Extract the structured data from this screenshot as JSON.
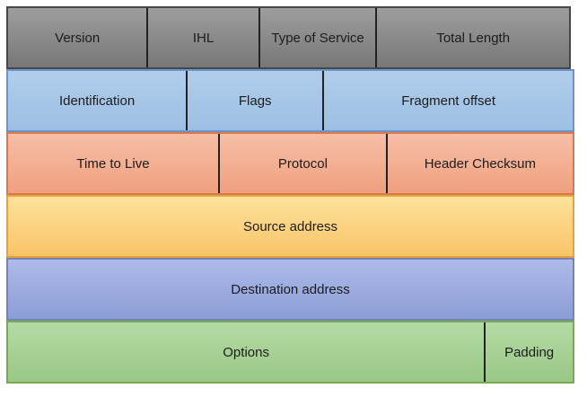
{
  "palette": {
    "row_version_fill_top": "#9e9e9e",
    "row_version_fill_bottom": "#777777",
    "row_version_border": "#474747",
    "row_identification_fill_top": "#b1cdeb",
    "row_identification_fill_bottom": "#9cc0e4",
    "row_identification_border": "#6b94cb",
    "row_ttl_fill_top": "#f7bfa7",
    "row_ttl_fill_bottom": "#efa07f",
    "row_ttl_border": "#d8784e",
    "row_source_fill_top": "#fde29c",
    "row_source_fill_bottom": "#f9c468",
    "row_source_border": "#e9a13c",
    "row_destination_fill_top": "#aebbe8",
    "row_destination_fill_bottom": "#8b9dd7",
    "row_destination_border": "#7583b5",
    "row_options_fill_top": "#b5daa5",
    "row_options_fill_bottom": "#98c886",
    "row_options_border": "#79aa53",
    "divider_color": "#222222",
    "text_color": "#1c1c1c",
    "background": "#ffffff"
  },
  "diagram": {
    "rows": [
      {
        "cells": [
          {
            "label": "Version"
          },
          {
            "label": "IHL"
          },
          {
            "label": "Type of Service"
          },
          {
            "label": "Total Length"
          }
        ]
      },
      {
        "cells": [
          {
            "label": "Identification"
          },
          {
            "label": "Flags"
          },
          {
            "label": "Fragment offset"
          }
        ]
      },
      {
        "cells": [
          {
            "label": "Time to Live"
          },
          {
            "label": "Protocol"
          },
          {
            "label": "Header Checksum"
          }
        ]
      },
      {
        "cells": [
          {
            "label": "Source address"
          }
        ]
      },
      {
        "cells": [
          {
            "label": "Destination address"
          }
        ]
      },
      {
        "cells": [
          {
            "label": "Options"
          },
          {
            "label": "Padding"
          }
        ]
      }
    ]
  }
}
